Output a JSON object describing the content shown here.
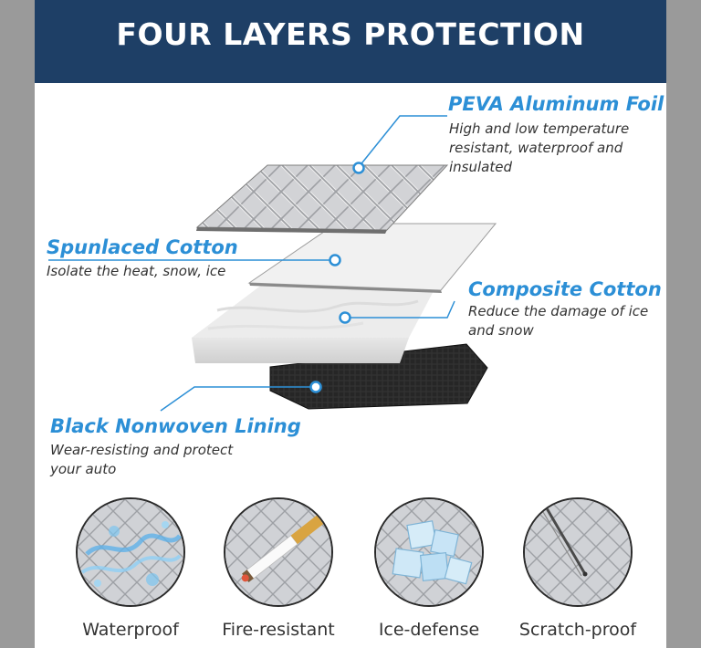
{
  "banner": {
    "title": "FOUR LAYERS PROTECTION"
  },
  "layers": [
    {
      "title": "PEVA Aluminum Foil",
      "desc_lines": [
        "High and low temperature",
        "resistant, waterproof and",
        "insulated"
      ]
    },
    {
      "title": "Spunlaced Cotton",
      "desc_lines": [
        "Isolate the heat, snow, ice"
      ]
    },
    {
      "title": "Composite Cotton",
      "desc_lines": [
        "Reduce the damage of ice",
        "and snow"
      ]
    },
    {
      "title": "Black Nonwoven Lining",
      "desc_lines": [
        "Wear-resisting and protect",
        "your auto"
      ]
    }
  ],
  "features": [
    {
      "label": "Waterproof",
      "icon": "water-splash-icon"
    },
    {
      "label": "Fire-resistant",
      "icon": "cigarette-icon"
    },
    {
      "label": "Ice-defense",
      "icon": "ice-cubes-icon"
    },
    {
      "label": "Scratch-proof",
      "icon": "scratch-tool-icon"
    }
  ],
  "colors": {
    "banner": "#1e3f66",
    "accent": "#2c8fd6",
    "text": "#333333",
    "side_bars": "#9a9a9a"
  }
}
